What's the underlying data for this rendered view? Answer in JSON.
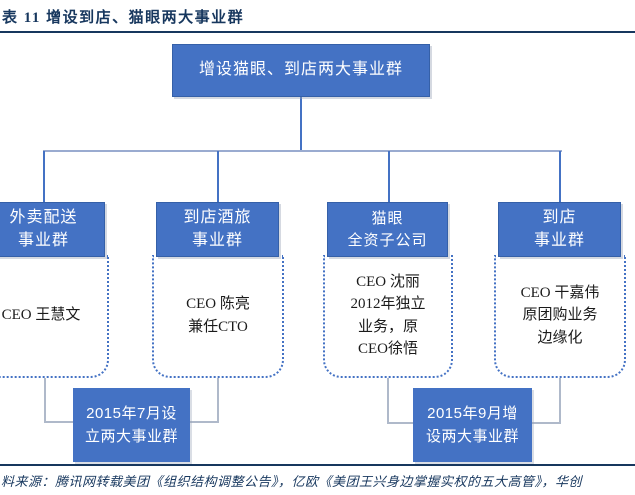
{
  "figure": {
    "title": "表 11  增设到店、猫眼两大事业群"
  },
  "org_chart": {
    "root": {
      "label": "增设猫眼、到店两大事业群"
    },
    "groups": [
      {
        "label": "外卖配送\n事业群",
        "detail": "CEO 王慧文"
      },
      {
        "label": "到店酒旅\n事业群",
        "detail": "CEO 陈亮\n兼任CTO"
      },
      {
        "label": "猫眼\n全资子公司",
        "detail": "CEO 沈丽\n2012年独立\n业务，原\nCEO徐悟"
      },
      {
        "label": "到店\n事业群",
        "detail": "CEO 干嘉伟\n原团购业务\n边缘化"
      }
    ],
    "notes": [
      {
        "label": "2015年7月设\n立两大事业群"
      },
      {
        "label": "2015年9月增\n设两大事业群"
      }
    ]
  },
  "footer": {
    "source": "料来源：腾讯网转载美团《组织结构调整公告》，亿欧《美团王兴身边掌握实权的五大高管》，华创"
  },
  "colors": {
    "heading": "#17375E",
    "node_fill": "#4472C4",
    "node_border": "#3560A8",
    "rail": "#9AABD0",
    "bracket": "#AFB9CA"
  }
}
